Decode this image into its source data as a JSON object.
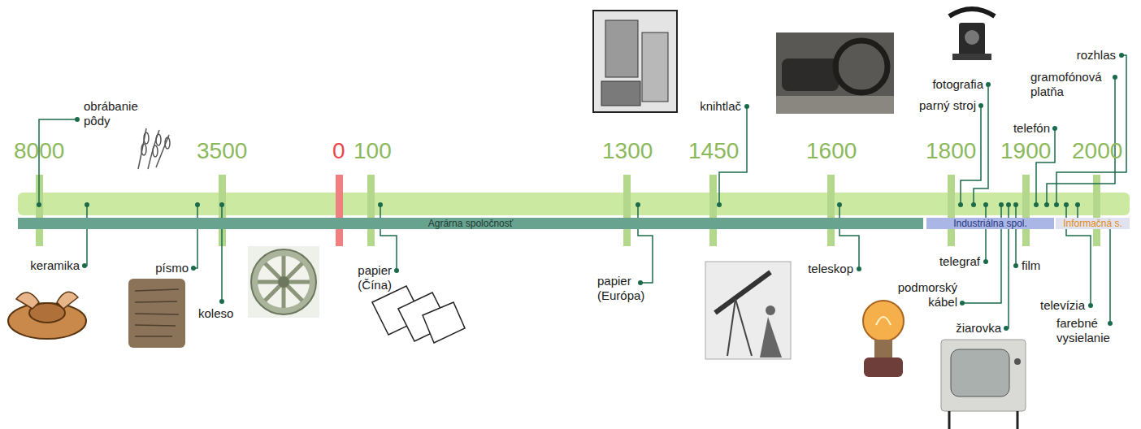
{
  "diagram": {
    "nodes": [
      {
        "text": [
          "Agrárna spoločnosť"
        ]
      },
      {
        "text": [
          "Industriálna spol."
        ]
      },
      {
        "text": [
          "Informačná s."
        ]
      }
    ],
    "labels": [
      "8000",
      "3500",
      "0",
      "100",
      "1300",
      "1450",
      "1600",
      "1800",
      "1900",
      "2000",
      "obrábanie pôdy",
      "keramika",
      "písmo",
      "koleso",
      "papier (Čína)",
      "papier (Európa)",
      "knihtlač",
      "teleskop",
      "fotografia",
      "parný stroj",
      "telegraf",
      "podmorský kábel",
      "žiarovka",
      "film",
      "telefón",
      "gramofónová platňa",
      "rozhlas",
      "televízia",
      "farebné vysielanie"
    ]
  }
}
